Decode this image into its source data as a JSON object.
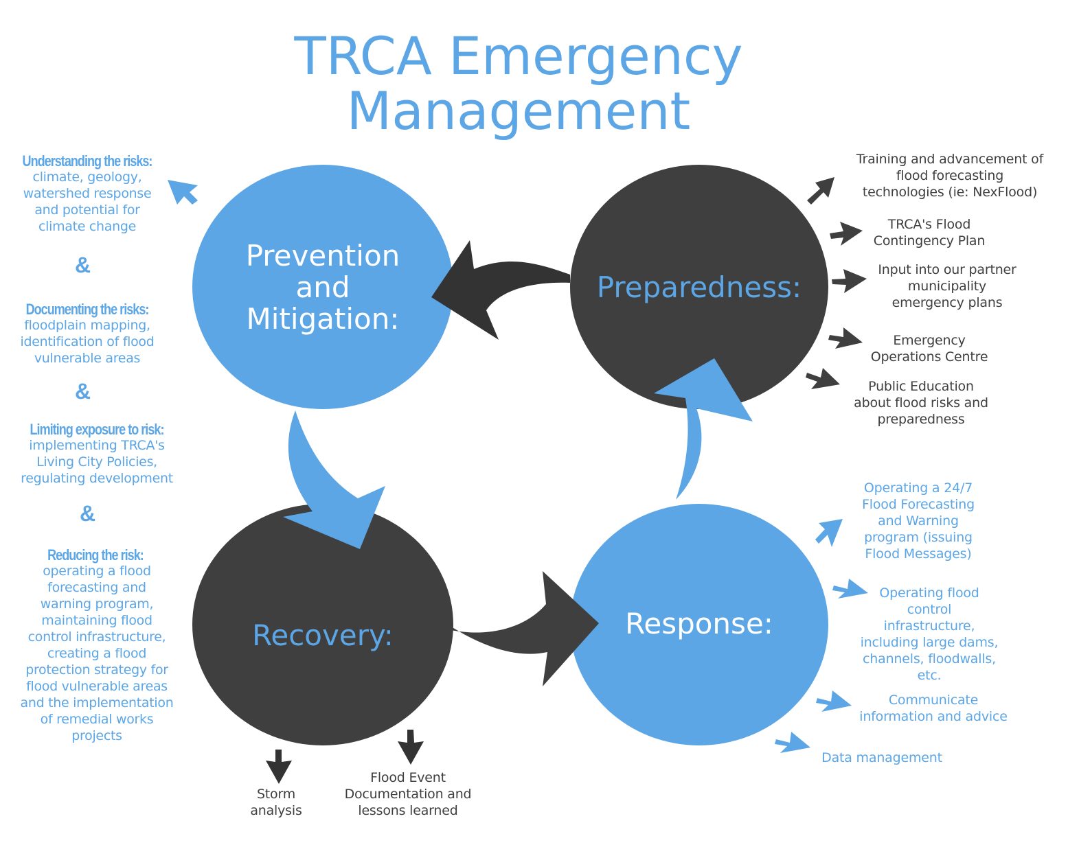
{
  "colors": {
    "blue": "#5ca6e6",
    "dark": "#3f3f3f",
    "white": "#ffffff"
  },
  "title": {
    "line1": "TRCA Emergency",
    "line2": "Management"
  },
  "phases": {
    "prevention": {
      "label_lines": [
        "Prevention",
        "and",
        "Mitigation:"
      ],
      "fill": "blue"
    },
    "preparedness": {
      "label": "Preparedness:",
      "fill": "dark"
    },
    "response": {
      "label": "Response:",
      "fill": "blue"
    },
    "recovery": {
      "label": "Recovery:",
      "fill": "dark"
    }
  },
  "cycle_arrows": [
    {
      "from": "preparedness",
      "to": "prevention"
    },
    {
      "from": "prevention",
      "to": "recovery"
    },
    {
      "from": "recovery",
      "to": "response"
    },
    {
      "from": "response",
      "to": "preparedness"
    }
  ],
  "prevention_items": [
    {
      "heading": "Understanding the risks:",
      "body": [
        "climate, geology,",
        "watershed response",
        "and potential for",
        "climate change"
      ]
    },
    {
      "heading": "Documenting the risks:",
      "body": [
        "floodplain mapping,",
        "identification of flood",
        "vulnerable areas"
      ]
    },
    {
      "heading": "Limiting exposure to risk:",
      "body": [
        "implementing TRCA's",
        "Living City Policies,",
        "regulating development"
      ]
    },
    {
      "heading": "Reducing the risk:",
      "body": [
        "operating a flood",
        "forecasting and",
        "warning program,",
        "maintaining flood",
        "control infrastructure,",
        "creating a flood",
        "protection strategy for",
        "flood vulnerable areas",
        "and the implementation",
        "of remedial works",
        "projects"
      ]
    }
  ],
  "ampersand": "&",
  "preparedness_items": [
    {
      "lines": [
        "Training and advancement of",
        "flood forecasting",
        "technologies (ie: NexFlood)"
      ]
    },
    {
      "lines": [
        "TRCA's Flood",
        "Contingency Plan"
      ]
    },
    {
      "lines": [
        "Input into our partner",
        "municipality",
        "emergency plans"
      ]
    },
    {
      "lines": [
        "Emergency",
        "Operations Centre"
      ]
    },
    {
      "lines": [
        "Public Education",
        "about flood risks and",
        "preparedness"
      ]
    }
  ],
  "response_items": [
    {
      "lines": [
        "Operating a 24/7",
        "Flood Forecasting",
        "and Warning",
        "program (issuing",
        "Flood Messages)"
      ]
    },
    {
      "lines": [
        "Operating flood",
        "control",
        "infrastructure,",
        "including large dams,",
        "channels, floodwalls,",
        "etc."
      ]
    },
    {
      "lines": [
        "Communicate",
        "information and advice"
      ]
    },
    {
      "lines": [
        "Data management"
      ]
    }
  ],
  "recovery_items": [
    {
      "lines": [
        "Storm",
        "analysis"
      ]
    },
    {
      "lines": [
        "Flood Event",
        "Documentation and",
        "lessons learned"
      ]
    }
  ]
}
